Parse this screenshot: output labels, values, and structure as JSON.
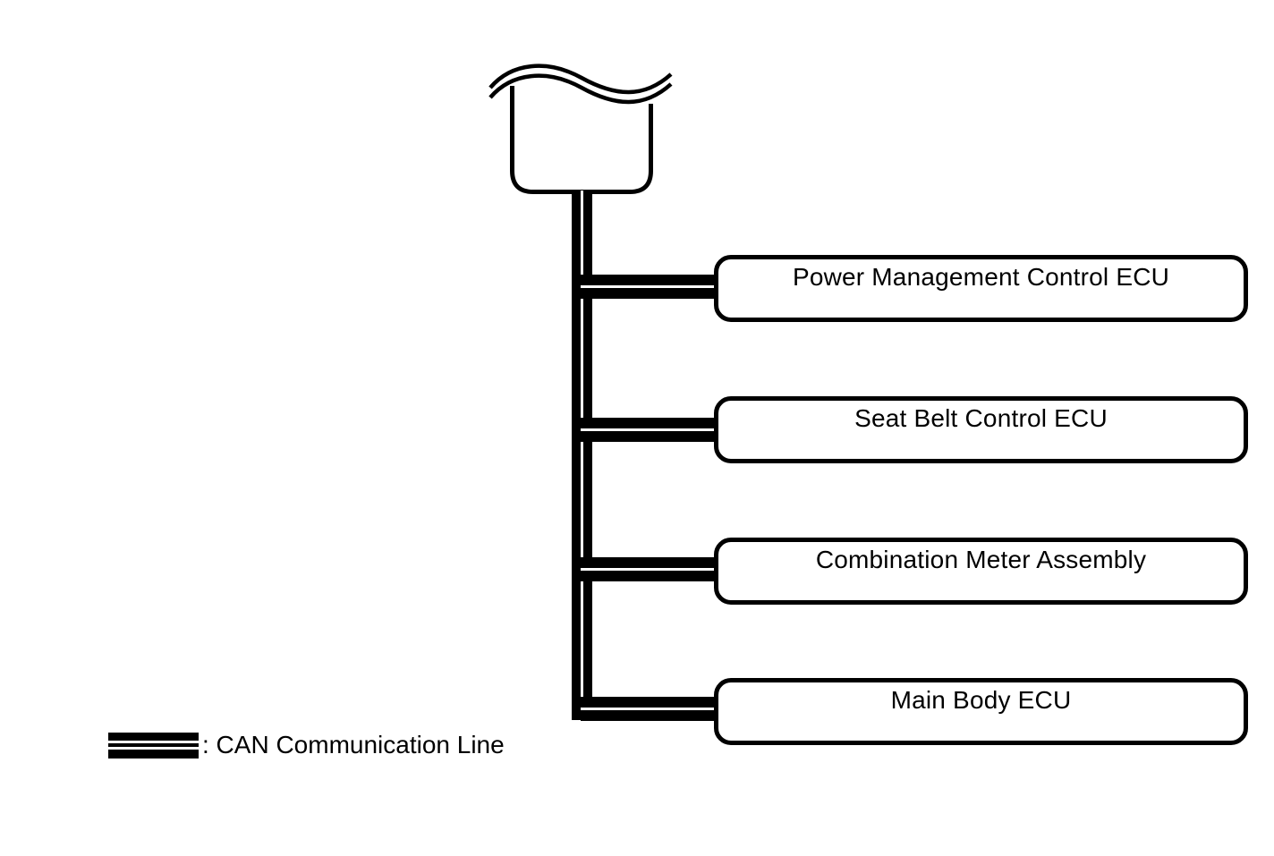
{
  "colors": {
    "line": "#000000",
    "background": "#ffffff"
  },
  "diagram": {
    "type": "communication-bus-diagram",
    "top_node": {
      "symbol": "component-continued-offscreen-torn-box"
    },
    "bus": {
      "symbol": "can-communication-line"
    },
    "nodes": [
      {
        "label": "Power Management Control ECU"
      },
      {
        "label": "Seat Belt Control ECU"
      },
      {
        "label": "Combination Meter Assembly"
      },
      {
        "label": "Main Body ECU"
      }
    ],
    "legend": {
      "symbol": "can-line-swatch",
      "label": ": CAN Communication Line"
    }
  }
}
